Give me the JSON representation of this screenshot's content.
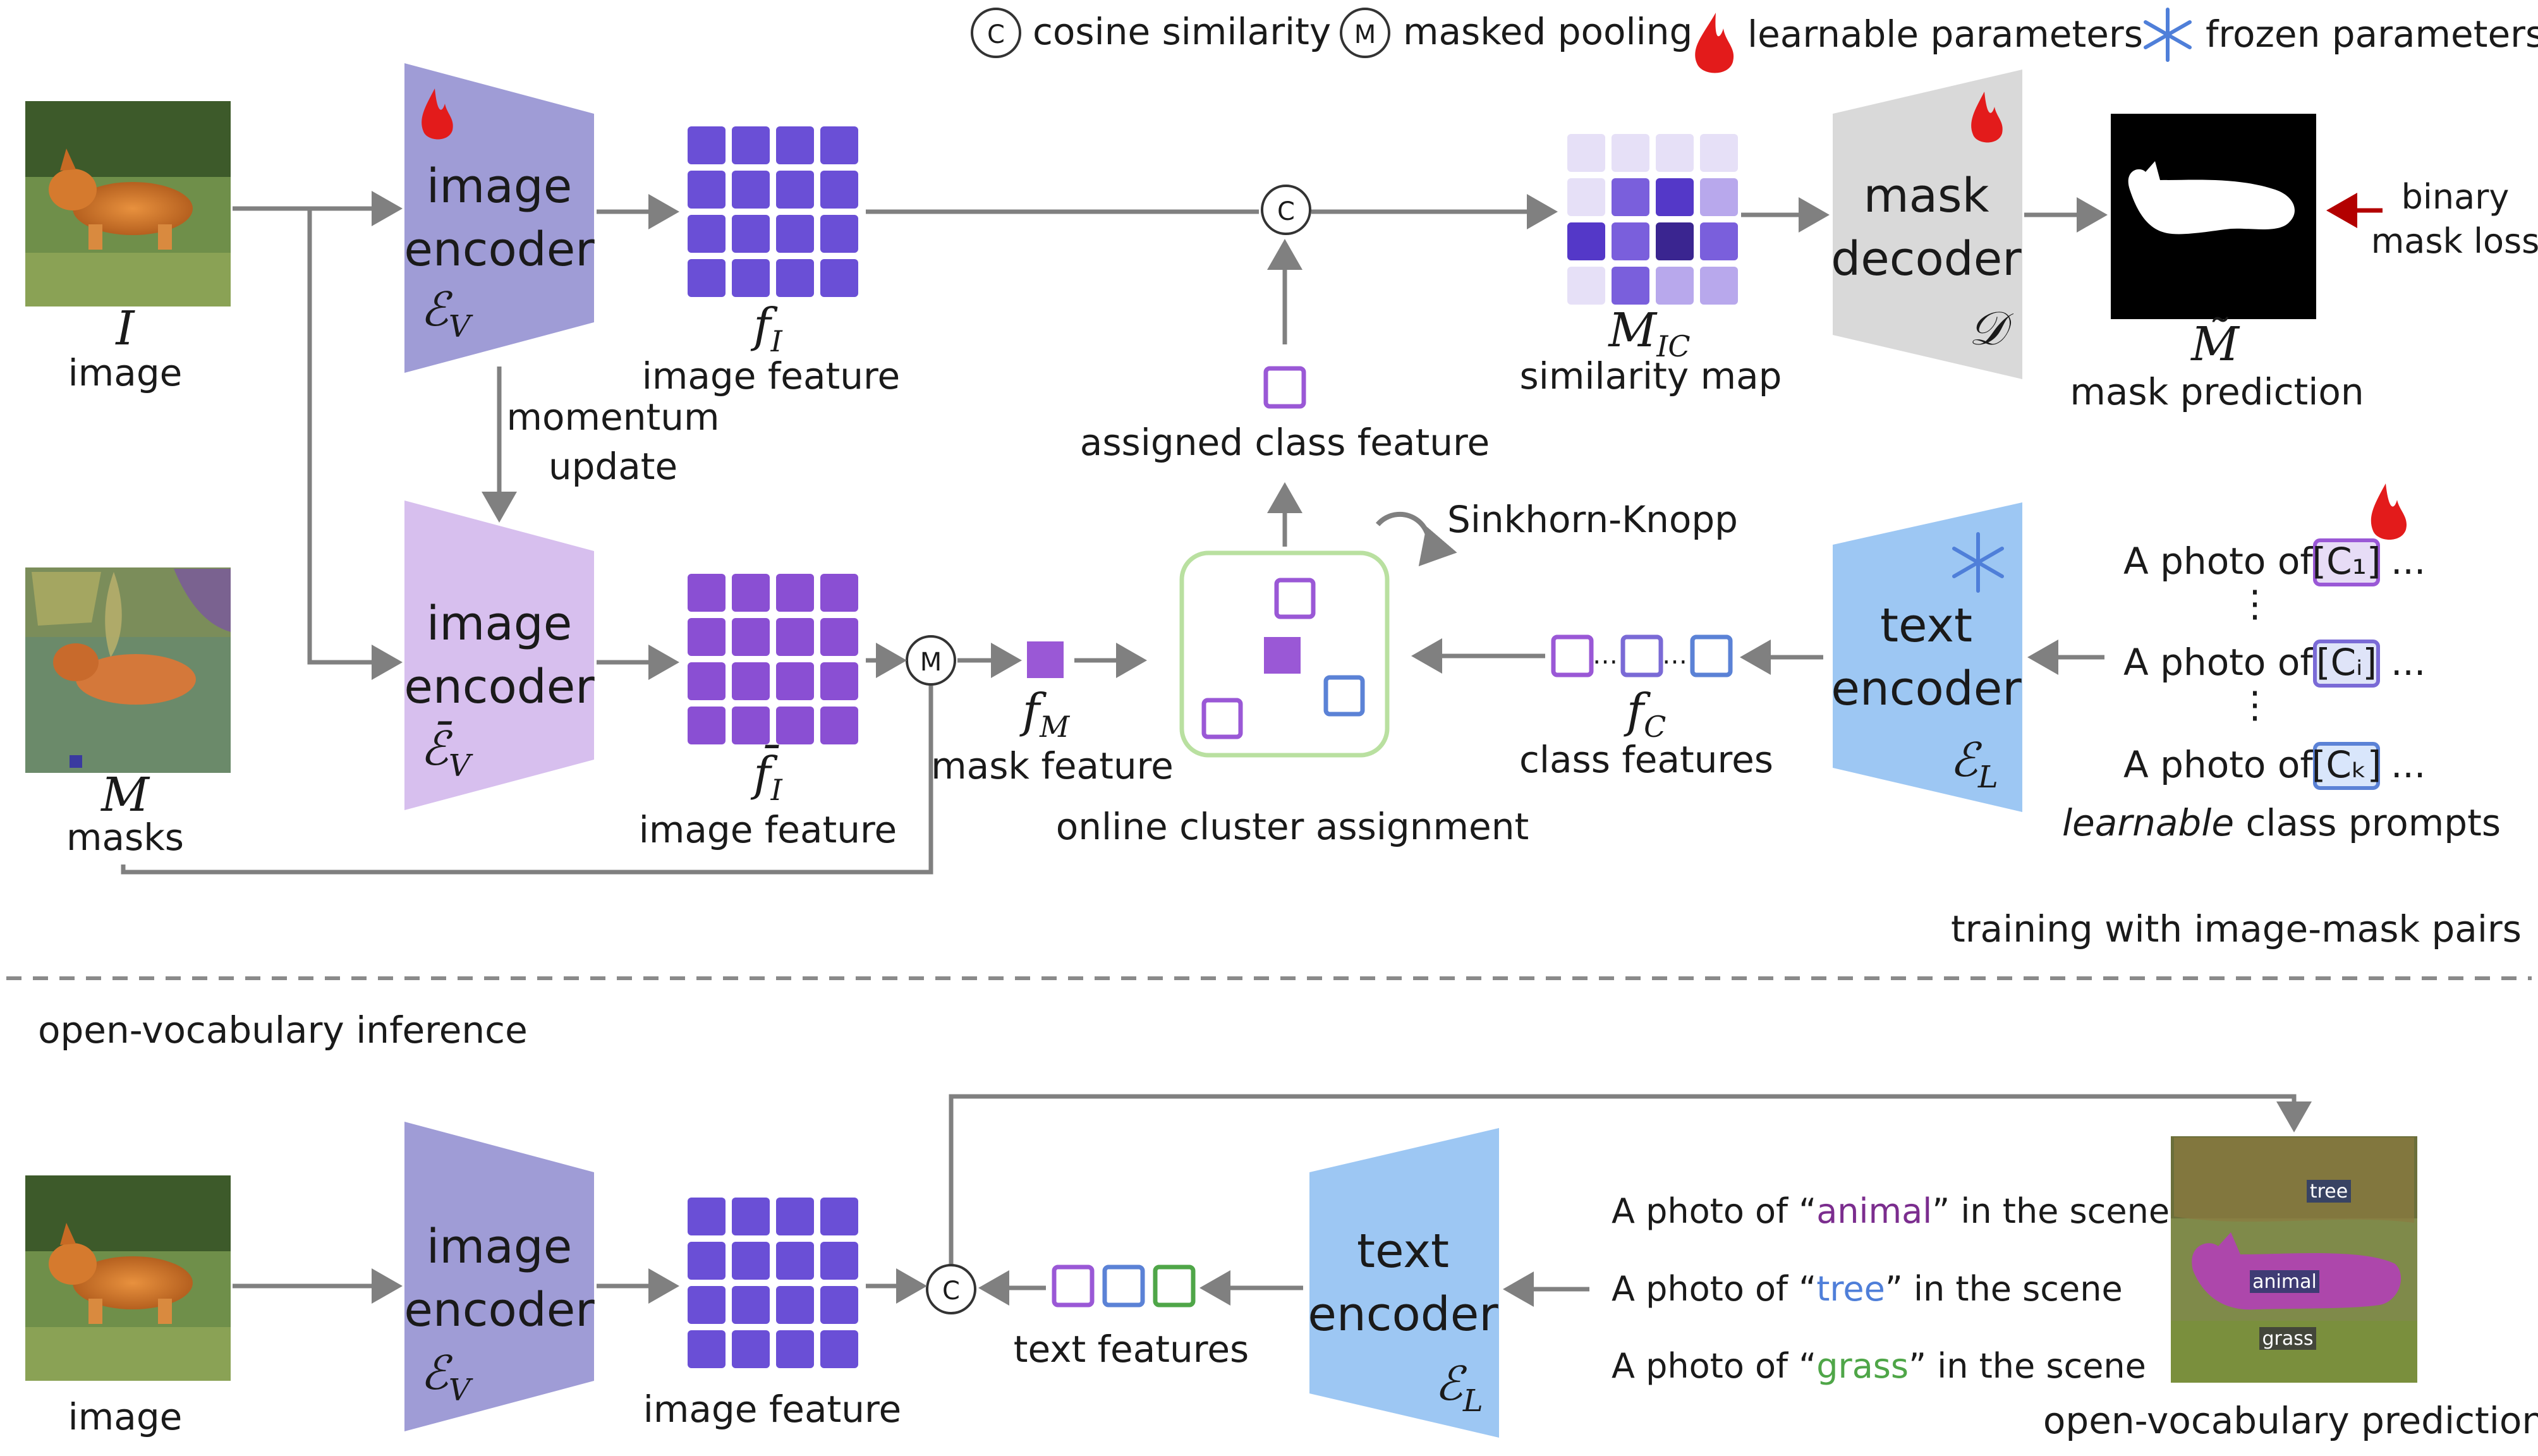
{
  "legend": {
    "cosine_symbol": "C",
    "cosine_label": "cosine similarity",
    "masked_symbol": "M",
    "masked_label": "masked pooling",
    "learnable_label": "learnable parameters",
    "frozen_label": "frozen parameters"
  },
  "training": {
    "input_symbol": "I",
    "input_label": "image",
    "masks_symbol": "M",
    "masks_label": "masks",
    "encoder1_line1": "image",
    "encoder1_line2": "encoder",
    "encoder1_symbol": "ℰ",
    "encoder1_sub": "V",
    "encoder2_line1": "image",
    "encoder2_line2": "encoder",
    "encoder2_symbol": "ℰ̄",
    "encoder2_sub": "V",
    "momentum_line1": "momentum",
    "momentum_line2": "update",
    "fi_symbol": "f",
    "fi_sub": "I",
    "fi_label": "image feature",
    "fi_bar_symbol": "f̄",
    "fi_bar_sub": "I",
    "fi_bar_label": "image feature",
    "fm_symbol": "f",
    "fm_sub": "M",
    "fm_label": "mask feature",
    "assigned_label": "assigned class feature",
    "sinkhorn_label": "Sinkhorn-Knopp",
    "cluster_label": "online cluster assignment",
    "fc_symbol": "f",
    "fc_sub": "C",
    "fc_label": "class features",
    "sim_symbol": "M",
    "sim_sub": "IC",
    "sim_label": "similarity map",
    "decoder_line1": "mask",
    "decoder_line2": "decoder",
    "decoder_symbol": "𝒟",
    "pred_symbol": "M̃",
    "pred_label": "mask prediction",
    "loss_line1": "binary",
    "loss_line2": "mask loss",
    "text_line1": "text",
    "text_line2": "encoder",
    "text_symbol": "ℰ",
    "text_sub": "L",
    "prompt_prefix": "A photo of",
    "prompt_c1": "[C₁]",
    "prompt_ci": "[Cᵢ]",
    "prompt_ck": "[Cₖ]",
    "prompt_suffix": "...",
    "vdots": "⋮",
    "prompts_italic": "learnable",
    "prompts_rest": "class prompts",
    "section_label": "training with image-mask pairs"
  },
  "inference": {
    "section_label": "open-vocabulary inference",
    "input_label": "image",
    "encoder_line1": "image",
    "encoder_line2": "encoder",
    "encoder_symbol": "ℰ",
    "encoder_sub": "V",
    "feature_label": "image feature",
    "text_features_label": "text features",
    "text_line1": "text",
    "text_line2": "encoder",
    "text_symbol": "ℰ",
    "text_sub": "L",
    "prompts": [
      {
        "pre": "A photo of “",
        "word": "animal",
        "post": "” in the scene",
        "color": "#7b2d8e"
      },
      {
        "pre": "A photo of “",
        "word": "tree",
        "post": "” in the scene",
        "color": "#4f7fd9"
      },
      {
        "pre": "A photo of “",
        "word": "grass",
        "post": "” in the scene",
        "color": "#4fa648"
      }
    ],
    "tag_tree": "tree",
    "tag_animal": "animal",
    "tag_grass": "grass",
    "prediction_label": "open-vocabulary prediction"
  },
  "colors": {
    "encoder_image": "#9f9cd6",
    "encoder_momentum": "#d7bfee",
    "encoder_text": "#9dc7f3",
    "decoder": "#d9d9d9",
    "feature_image": "#6a4fd6",
    "feature_momentum": "#8a4fd3",
    "cluster_border": "#b9e0a0",
    "square_purple": "#9a58d6",
    "square_blue": "#5b82d6",
    "square_green": "#4fa648",
    "arrow": "#808080",
    "loss_arrow": "#b30000",
    "flame": "#e31b1b",
    "snowflake": "#4f7fd9"
  }
}
